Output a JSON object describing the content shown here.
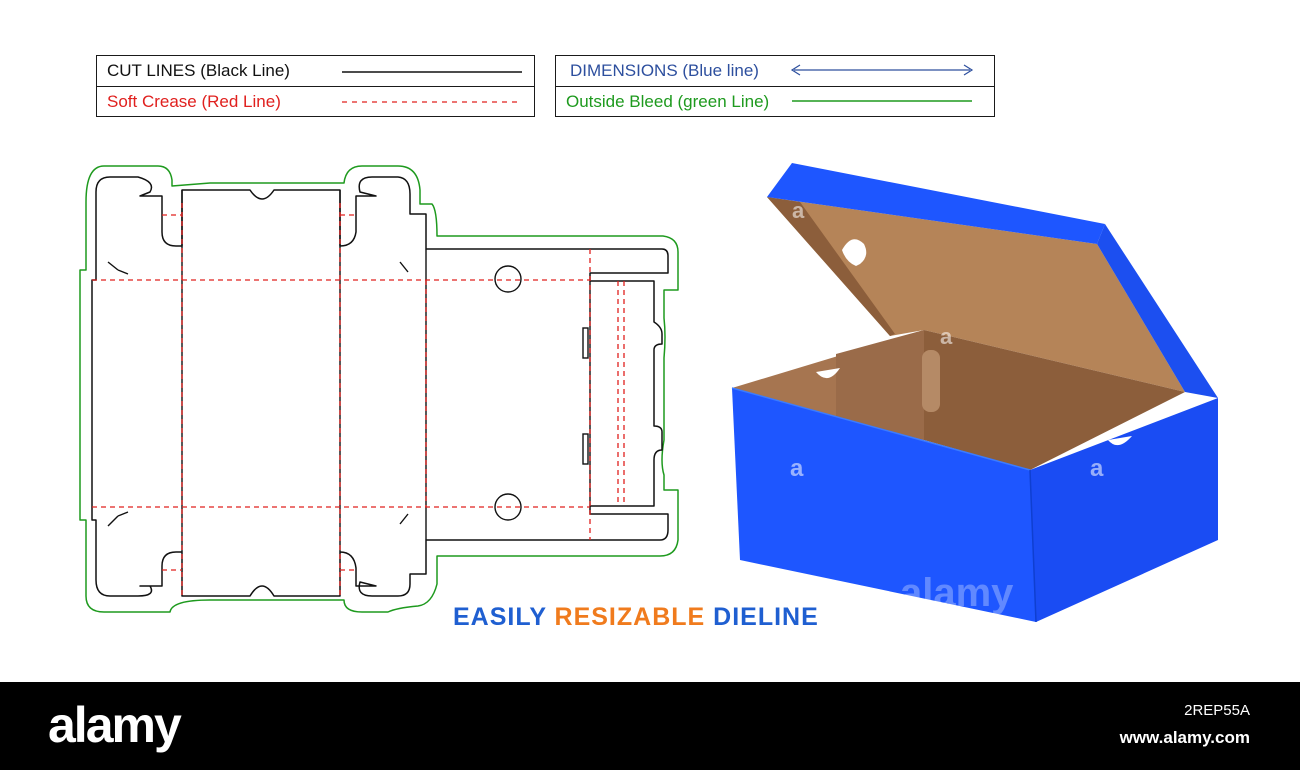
{
  "legend": {
    "cut_lines": {
      "label": "CUT LINES (Black Line)",
      "color": "#111111"
    },
    "soft_crease": {
      "label": "Soft Crease (Red Line)",
      "color": "#e0201e"
    },
    "dimensions": {
      "label": "DIMENSIONS (Blue line)",
      "color": "#2d4f9e"
    },
    "outside_bleed": {
      "label": "Outside Bleed (green Line)",
      "color": "#1e9a1e"
    }
  },
  "tagline": {
    "word1": "EASILY",
    "word2": "RESIZABLE",
    "word3": "DIELINE",
    "color_blue": "#1f5fd1",
    "color_orange": "#f07b1d"
  },
  "box": {
    "outer_color": "#1e56ff",
    "inner_color": "#b58458",
    "shade_color": "#8c5e3b"
  },
  "watermark": {
    "letter": "a",
    "word": "alamy"
  },
  "footer": {
    "brand": "alamy",
    "image_id": "2REP55A",
    "site_url": "www.alamy.com"
  }
}
